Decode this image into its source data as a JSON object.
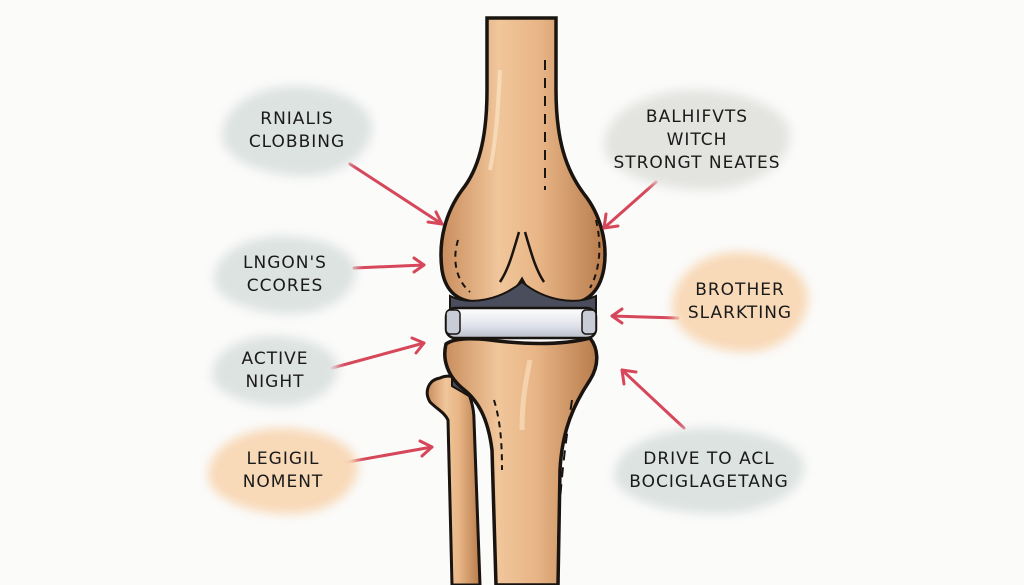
{
  "colors": {
    "background": "#fbfbfa",
    "gray_label": "#dde3e1",
    "peach_label": "#f8d9b8",
    "arrow": "#d6475a",
    "bone_light": "#f2c99e",
    "bone_mid": "#dea87a",
    "bone_shadow": "#b98052",
    "outline": "#1a1410",
    "cartilage": "#e8eaf0",
    "ligament": "#4a4e5c"
  },
  "labels": [
    {
      "id": "top-left",
      "text": "RNIALIS\nCLOBBING",
      "tone": "gray"
    },
    {
      "id": "top-right",
      "text": "BALHIFVTS\nWITCH\nSTRONGT NEATES",
      "tone": "gray"
    },
    {
      "id": "mid-left",
      "text": "LNGON'S\nCCORES",
      "tone": "gray"
    },
    {
      "id": "mid-right",
      "text": "BROTHER\nSLARKTING",
      "tone": "peach"
    },
    {
      "id": "lower-left",
      "text": "ACTIVE\nNIGHT",
      "tone": "gray"
    },
    {
      "id": "bottom-left",
      "text": "LEGIGIL\nNOMENT",
      "tone": "peach"
    },
    {
      "id": "bottom-right",
      "text": "DRIVE TO ACL\nBOCIGLAGETANG",
      "tone": "gray"
    }
  ]
}
